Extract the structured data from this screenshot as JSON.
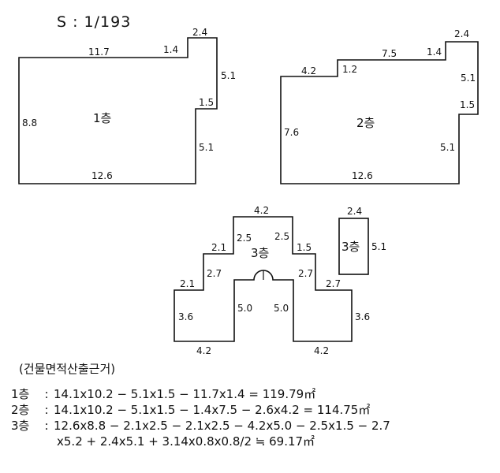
{
  "scale": "S : 1/193",
  "floor1": {
    "label": "1층",
    "dims": {
      "top_long": "11.7",
      "top_step": "1.4",
      "top_short": "2.4",
      "right_upper": "5.1",
      "notch": "1.5",
      "right_lower": "5.1",
      "bottom": "12.6",
      "left": "8.8"
    }
  },
  "floor2": {
    "label": "2층",
    "dims": {
      "top_left": "4.2",
      "step_left": "1.2",
      "top_mid": "7.5",
      "step_right": "1.4",
      "top_short": "2.4",
      "right_upper": "5.1",
      "notch": "1.5",
      "right_lower": "5.1",
      "bottom": "12.6",
      "left": "7.6"
    }
  },
  "floor3": {
    "label": "3층",
    "dims": {
      "top": "4.2",
      "inner_left_vert": "2.5",
      "inner_right_vert": "2.5",
      "step_left_upper": "2.1",
      "step_right_upper": "1.5",
      "vert_left_mid": "2.7",
      "vert_right_mid": "2.7",
      "step_left_lower": "2.1",
      "step_right_lower": "2.7",
      "outer_left": "3.6",
      "outer_right": "3.6",
      "leg_left_inner": "5.0",
      "leg_right_inner": "5.0",
      "bottom_left": "4.2",
      "bottom_right": "4.2"
    }
  },
  "floor3_annex": {
    "label": "3층",
    "dims": {
      "top": "2.4",
      "right": "5.1"
    }
  },
  "calc": {
    "title": "(건물면적산출근거)",
    "rows": [
      {
        "label": "1층",
        "sep": ":",
        "expr": "14.1x10.2 − 5.1x1.5 − 11.7x1.4 = 119.79㎡"
      },
      {
        "label": "2층",
        "sep": ":",
        "expr": "14.1x10.2 − 5.1x1.5 − 1.4x7.5 − 2.6x4.2 = 114.75㎡"
      },
      {
        "label": "3층",
        "sep": ":",
        "expr": "12.6x8.8 − 2.1x2.5 − 2.1x2.5 − 4.2x5.0 − 2.5x1.5 − 2.7"
      }
    ],
    "continuation": "x5.2 + 2.4x5.1 + 3.14x0.8x0.8/2 ≒ 69.17㎡"
  }
}
